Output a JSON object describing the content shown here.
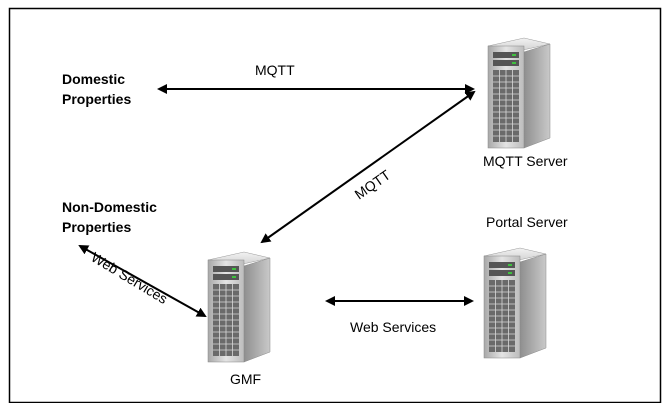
{
  "nodes": {
    "domestic": {
      "line1": "Domestic",
      "line2": "Properties"
    },
    "non_domestic": {
      "line1": "Non-Domestic",
      "line2": "Properties"
    },
    "mqtt_server": {
      "label": "MQTT Server",
      "icon": "server-tower-icon"
    },
    "portal_server": {
      "label": "Portal Server",
      "icon": "server-tower-icon"
    },
    "gmf": {
      "label": "GMF",
      "icon": "server-tower-icon"
    }
  },
  "edges": {
    "domestic_mqtt": "MQTT",
    "gmf_mqtt": "MQTT",
    "gmf_nondomestic": "Web Services",
    "gmf_portal": "Web Services"
  },
  "colors": {
    "border": "#000000",
    "server_body": "#d7d7d7",
    "server_dark": "#5a5a5a",
    "led_green": "#3ec13e"
  }
}
